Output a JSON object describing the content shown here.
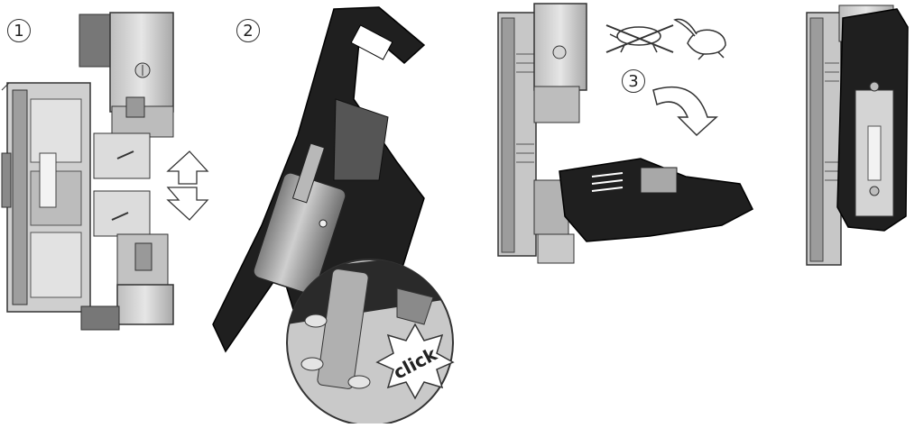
{
  "steps": {
    "step1": "1",
    "step2": "2",
    "step3": "3"
  },
  "callout": {
    "click_text": "click"
  },
  "icons": {
    "slow_forbidden": "turtle-crossed-icon",
    "fast_ok": "rabbit-icon",
    "move_updown": "double-arrow-updown-icon",
    "rotate": "curved-arrow-icon"
  },
  "colors": {
    "housing_light": "#d8d8d8",
    "housing_mid": "#b5b5b5",
    "handle_dark": "#1c1c1c",
    "fuse_body": "#9a9a9a",
    "outline": "#333333"
  }
}
